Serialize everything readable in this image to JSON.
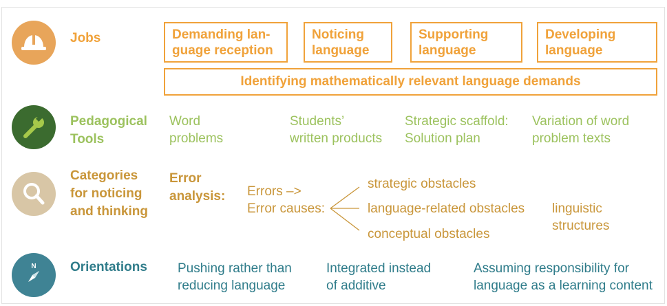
{
  "jobs": {
    "label": "Jobs",
    "boxes": [
      "Demanding lan-\nguage reception",
      "Noticing\nlanguage",
      "Supporting\nlanguage",
      "Developing\nlanguage"
    ],
    "wide": "Identifying mathematically relevant language demands"
  },
  "tools": {
    "label": "Pedagogical\nTools",
    "items": [
      "Word\nproblems",
      "Students’\nwritten products",
      "Strategic scaffold:\nSolution plan",
      "Variation of word\nproblem texts"
    ]
  },
  "categories": {
    "label": "Categories\nfor noticing\nand thinking",
    "error_analysis": "Error\nanalysis:",
    "errors": "Errors –>\nError causes:",
    "obstacles": [
      "strategic obstacles",
      "language-related obstacles",
      "conceptual obstacles"
    ],
    "linguistic": "linguistic\nstructures"
  },
  "orientations": {
    "label": "Orientations",
    "items": [
      "Pushing rather than\nreducing language",
      "Integrated instead\nof additive",
      "Assuming responsibility for\nlanguage as a learning content"
    ]
  },
  "icons": [
    "hard-hat-icon",
    "wrench-icon",
    "magnifier-icon",
    "compass-icon"
  ],
  "colors": {
    "jobs": "#f0a23a",
    "tools": "#9cc25e",
    "categories": "#c9963a",
    "orientations": "#2f7c8a",
    "icon_jobs": "#e8a55a",
    "icon_tools": "#3b6b2f",
    "icon_categories": "#d8c6a6",
    "icon_orientations": "#3f8394"
  }
}
